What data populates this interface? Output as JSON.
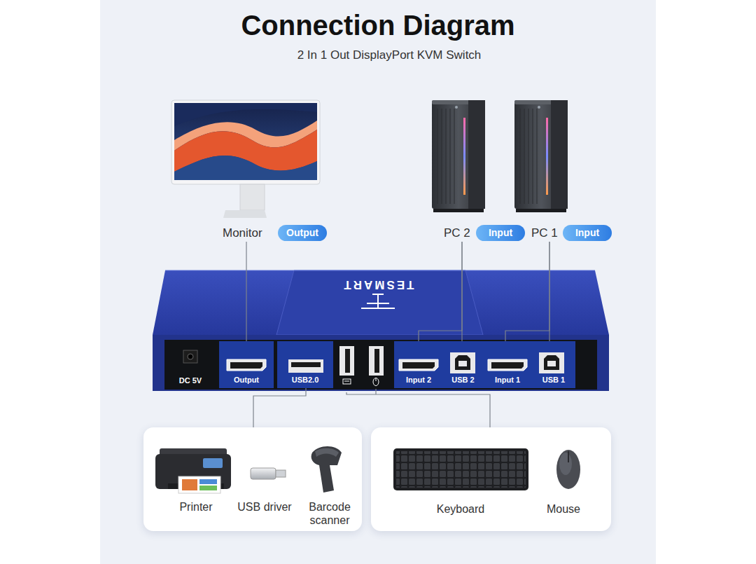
{
  "diagram": {
    "title": "Connection Diagram",
    "nodes": [
      {
        "text": [
          "Monitor"
        ]
      },
      {
        "text": [
          "Output"
        ],
        "in": 0
      },
      {
        "text": [
          "PC 2"
        ]
      },
      {
        "text": [
          "Input"
        ],
        "in": 2
      },
      {
        "text": [
          "PC 1"
        ]
      },
      {
        "text": [
          "Input"
        ],
        "in": 4
      },
      {
        "text": [
          "TESMART"
        ]
      },
      {
        "text": [
          "Output"
        ],
        "in": 6
      },
      {
        "text": [
          "USB2.0"
        ],
        "in": 6
      },
      {
        "text": [
          "Input 2"
        ],
        "in": 6
      },
      {
        "text": [
          "USB 2"
        ],
        "in": 6
      },
      {
        "text": [
          "Input 1"
        ],
        "in": 6
      },
      {
        "text": [
          "USB 1"
        ],
        "in": 6
      },
      {
        "text": [
          "Printer",
          "USB driver",
          "Barcode scanner"
        ]
      },
      {
        "text": [
          "Keyboard",
          "Mouse"
        ]
      }
    ],
    "edges": [
      {
        "from": 0,
        "to": 7,
        "arrow": "none"
      },
      {
        "from": 2,
        "to": 9,
        "arrow": "none"
      },
      {
        "from": 2,
        "to": 10,
        "arrow": "none"
      },
      {
        "from": 4,
        "to": 11,
        "arrow": "none"
      },
      {
        "from": 4,
        "to": 12,
        "arrow": "none"
      },
      {
        "from": 8,
        "to": 13,
        "arrow": "none"
      },
      {
        "from": 6,
        "to": 14,
        "arrow": "none"
      }
    ],
    "labels": [
      "2 In 1 Out DisplayPort KVM Switch",
      "DC 5V"
    ]
  }
}
